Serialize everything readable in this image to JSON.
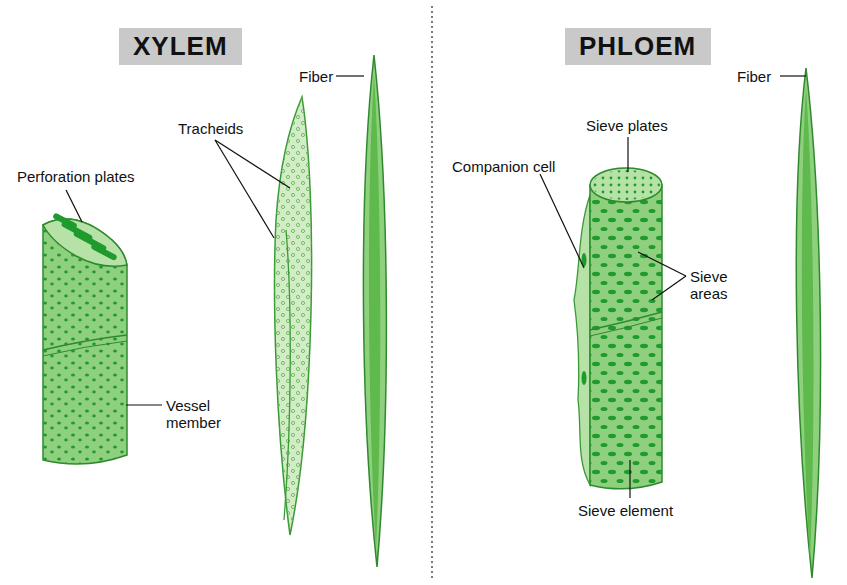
{
  "diagram": {
    "nodes": [
      {
        "text": [
          "XYLEM"
        ]
      },
      {
        "text": [
          "PHLOEM"
        ]
      }
    ],
    "labels": [
      "Perforation plates",
      "Vessel member",
      "Tracheids",
      "Fiber",
      "Sieve plates",
      "Companion cell",
      "Sieve areas",
      "Sieve element",
      "Fiber"
    ]
  }
}
